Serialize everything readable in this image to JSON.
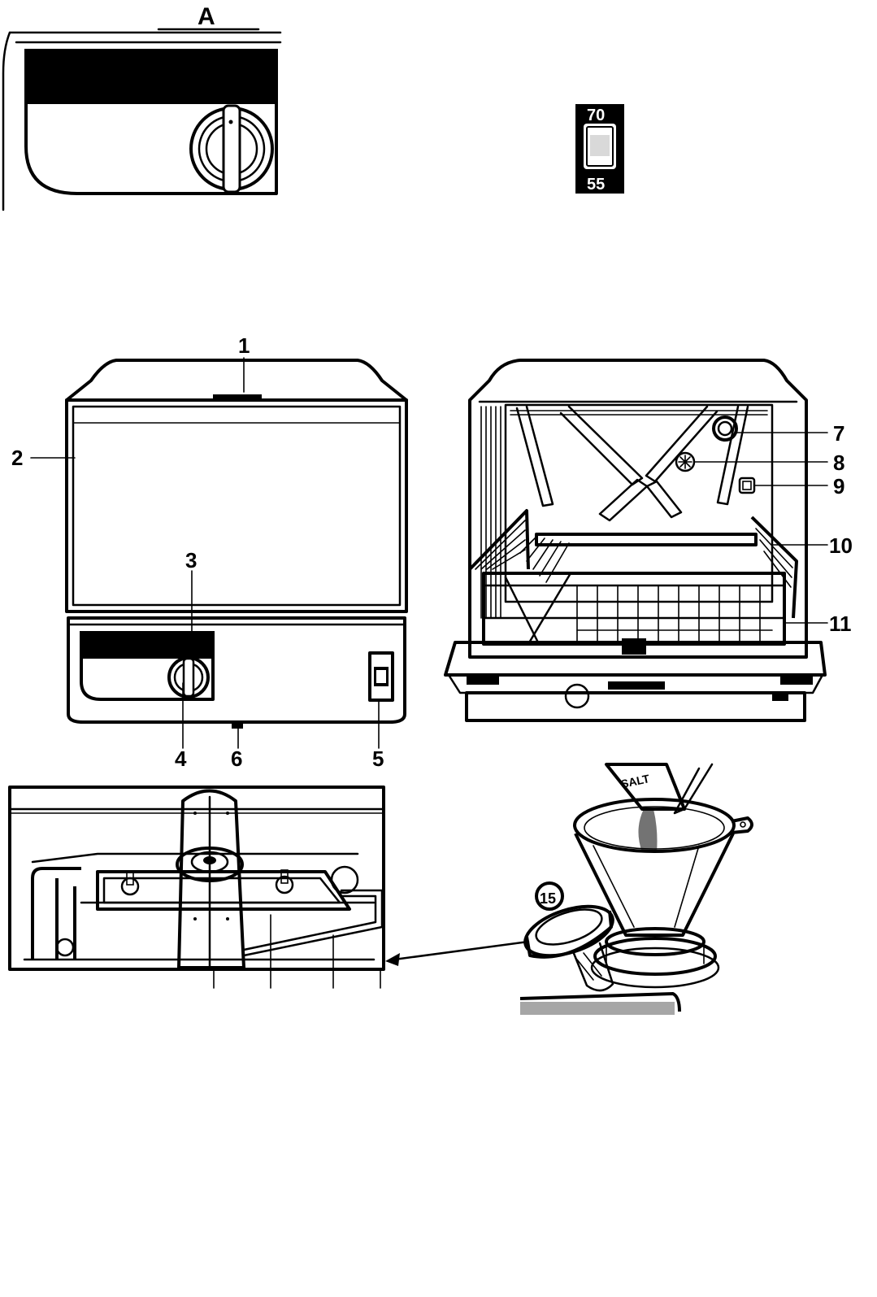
{
  "panel_a": {
    "label": "A"
  },
  "thermostat": {
    "top_value": "70",
    "bottom_value": "55"
  },
  "front_view": {
    "callouts": {
      "c1": "1",
      "c2": "2",
      "c3": "3",
      "c4": "4",
      "c5": "5",
      "c6": "6"
    }
  },
  "open_view": {
    "callouts": {
      "c7": "7",
      "c8": "8",
      "c9": "9",
      "c10": "10",
      "c11": "11"
    }
  },
  "salt_fill": {
    "bag_text": "SALT",
    "cap_callout": "15"
  }
}
